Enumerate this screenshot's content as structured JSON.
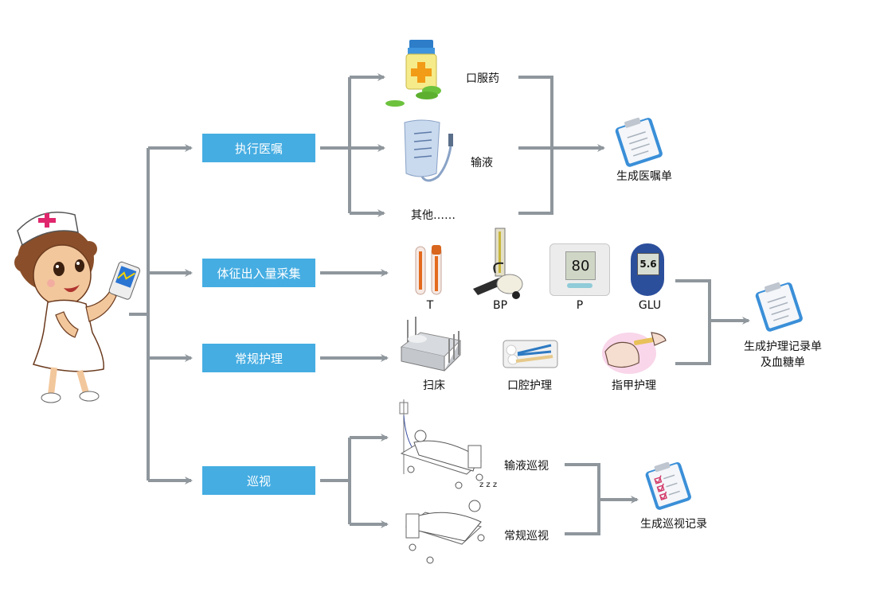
{
  "diagram": {
    "colors": {
      "category_box": "#45ade2",
      "connector": "#8f979d",
      "text": "#111111",
      "clipboard": "#3a8fd8"
    },
    "root": {
      "name": "nurse-with-pda",
      "icon": "nurse-icon"
    },
    "categories": [
      {
        "id": "exec",
        "label": "执行医嘱"
      },
      {
        "id": "vitals",
        "label": "体征出入量采集"
      },
      {
        "id": "routine",
        "label": "常规护理"
      },
      {
        "id": "rounds",
        "label": "巡视"
      }
    ],
    "exec_items": [
      {
        "label": "口服药",
        "icon": "pill-bottle-icon"
      },
      {
        "label": "输液",
        "icon": "iv-bag-icon"
      },
      {
        "label": "其他……",
        "icon": ""
      }
    ],
    "exec_output": {
      "label": "生成医嘱单",
      "icon": "clipboard-icon"
    },
    "vitals_items": [
      {
        "label": "T",
        "icon": "thermometer-icon"
      },
      {
        "label": "BP",
        "icon": "sphygmomanometer-icon"
      },
      {
        "label": "P",
        "icon": "pulse-monitor-icon",
        "display": "80"
      },
      {
        "label": "GLU",
        "icon": "glucose-meter-icon",
        "display": "5.6"
      }
    ],
    "routine_items": [
      {
        "label": "扫床",
        "icon": "hospital-bed-icon"
      },
      {
        "label": "口腔护理",
        "icon": "oral-care-tray-icon"
      },
      {
        "label": "指甲护理",
        "icon": "nail-care-icon"
      }
    ],
    "nursing_output": {
      "label_line1": "生成护理记录单",
      "label_line2": "及血糖单",
      "icon": "clipboard-icon"
    },
    "rounds_items": [
      {
        "label": "输液巡视",
        "icon": "patient-iv-bed-icon"
      },
      {
        "label": "常规巡视",
        "icon": "patient-sleeping-bed-icon",
        "zzz": "z z z"
      }
    ],
    "rounds_output": {
      "label": "生成巡视记录",
      "icon": "checklist-clipboard-icon"
    }
  }
}
